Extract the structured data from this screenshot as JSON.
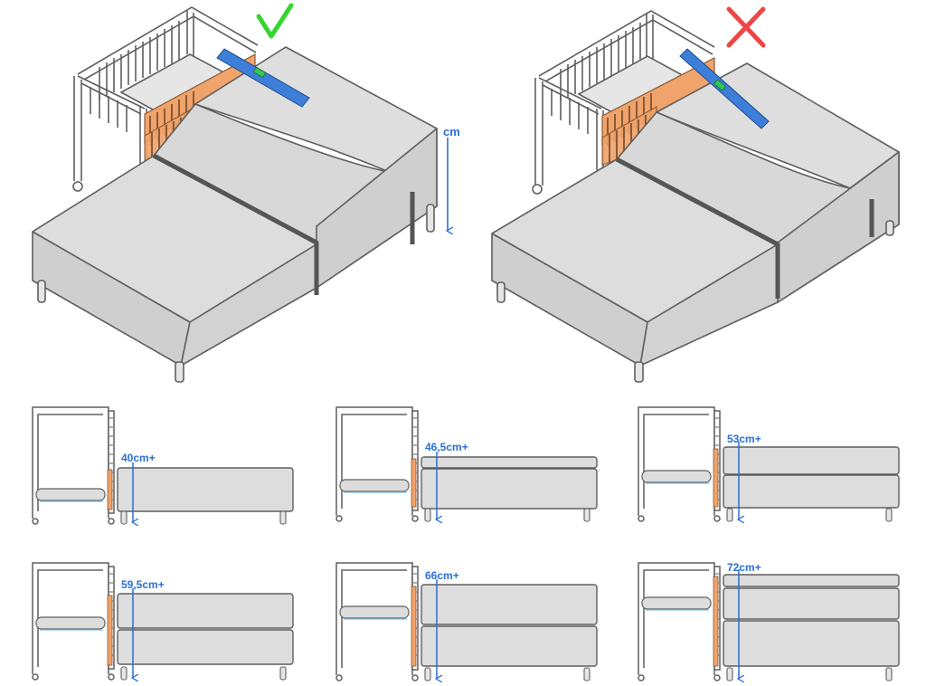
{
  "top": {
    "height_unit": "cm",
    "correct_mark": "check-mark-icon",
    "incorrect_mark": "cross-mark-icon",
    "colors": {
      "bed": "#dddddd",
      "bed_dark": "#cfcfcf",
      "outline": "#5f5f5f",
      "side_rail": "#f0a36a",
      "level": "#3d7fd8",
      "bubble": "#34c759",
      "check": "#35d62d",
      "cross": "#ef4545",
      "arrow": "#2a6fd6"
    }
  },
  "heights": [
    {
      "label": "40cm+",
      "mattress_count": 1
    },
    {
      "label": "46,5cm+",
      "mattress_count": 2
    },
    {
      "label": "53cm+",
      "mattress_count": 2
    },
    {
      "label": "59,5cm+",
      "mattress_count": 2
    },
    {
      "label": "66cm+",
      "mattress_count": 2
    },
    {
      "label": "72cm+",
      "mattress_count": 3
    }
  ]
}
